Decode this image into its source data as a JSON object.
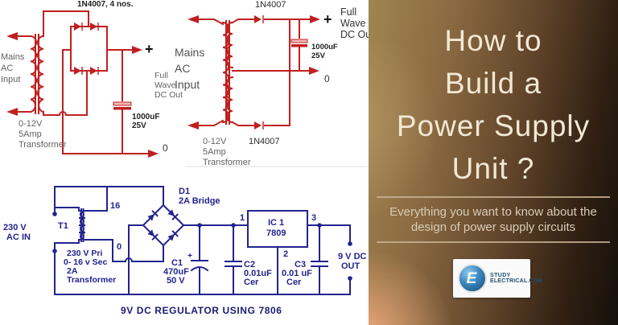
{
  "left_panel": {
    "circuit1": {
      "diode_note": "1N4007, 4 nos.",
      "mains_l1": "Mains",
      "mains_l2": "AC",
      "mains_l3": "Input",
      "plus": "+",
      "fullwave_l1": "Full",
      "fullwave_l2": "Wave",
      "fullwave_l3": "DC Out",
      "cap_l1": "1000uF",
      "cap_l2": "25V",
      "xfmr_l1": "0-12V",
      "xfmr_l2": "5Amp",
      "xfmr_l3": "Transformer",
      "zero": "0"
    },
    "circuit2": {
      "diode_top": "1N4007",
      "diode_bottom": "1N4007",
      "mains_l1": "Mains",
      "mains_l2": "AC",
      "mains_l3": "Input",
      "plus": "+",
      "fullwave_l1": "Full",
      "fullwave_l2": "Wave",
      "fullwave_l3": "DC Out",
      "cap_l1": "1000uF",
      "cap_l2": "25V",
      "zero": "0",
      "xfmr_l1": "0-12V",
      "xfmr_l2": "5Amp",
      "xfmr_l3": "Transformer"
    },
    "circuit3": {
      "ac_l1": "230 V",
      "ac_l2": "AC IN",
      "t1": "T1",
      "pin16": "16",
      "pin0": "0",
      "xfmr_l1": "230 V Pri",
      "xfmr_l2": "0- 16 v Sec",
      "xfmr_l3": "2A",
      "xfmr_l4": "Transformer",
      "d1_l1": "D1",
      "d1_l2": "2A Bridge",
      "ic_pin1": "1",
      "ic_pin2": "2",
      "ic_pin3": "3",
      "ic_l1": "IC 1",
      "ic_l2": "7809",
      "c1_plus": "+",
      "c1_l1": "C1",
      "c1_l2": "470uF",
      "c1_l3": "50 V",
      "c2_l1": "C2",
      "c2_l2": "0.01uF",
      "c2_l3": "Cer",
      "c3_l1": "C3",
      "c3_l2": "0.01 uF",
      "c3_l3": "Cer",
      "out_l1": "9 V DC",
      "out_l2": "OUT",
      "caption": "9V DC REGULATOR USING  7806"
    }
  },
  "right_panel": {
    "title_l1": "How to",
    "title_l2": "Build a",
    "title_l3": "Power Supply",
    "title_l4": "Unit ?",
    "subtitle_l1": "Everything you want to know about the",
    "subtitle_l2": "design of power supply circuits",
    "logo": {
      "icon_letter": "E",
      "text_l1": "STUDY",
      "text_l2": "ELECTRICAL.COM"
    }
  },
  "colors": {
    "schematic_red": "#c02020",
    "schematic_blue": "#23238f",
    "panel_tan": "#a0854f",
    "panel_dark": "#15100b",
    "panel_salmon": "#f0aa7d",
    "title_cream": "#f2e8d4",
    "divider_tan": "#c8b292",
    "logo_blue": "#3b86bd",
    "logo_text_blue": "#1b4f72"
  }
}
